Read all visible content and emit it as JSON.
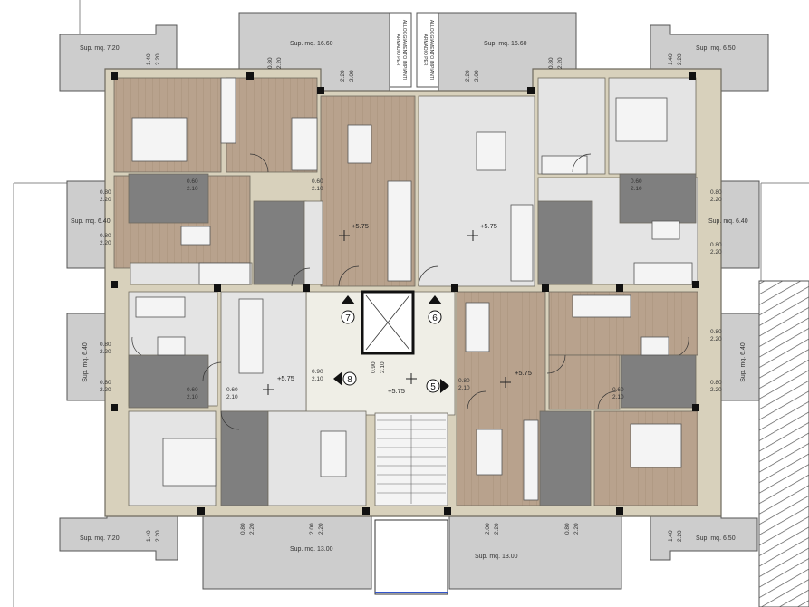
{
  "colors": {
    "wall": "#d8d1bc",
    "wall_edge": "#6e6a5e",
    "wood": "#b8a28d",
    "light_floor": "#e4e4e4",
    "tile": "#7f7f7f",
    "core_floor": "#efeee6",
    "balcony": "#cdcdcd",
    "furniture": "#f4f4f4",
    "text": "#333333"
  },
  "balcony_labels": {
    "b_top_left": "Sup. mq. 7.20",
    "b_top_center_left": "Sup. mq. 16.60",
    "b_top_center_right": "Sup. mq. 16.60",
    "b_top_right": "Sup. mq. 6.50",
    "b_left_upper": "Sup. mq. 6.40",
    "b_left_lower": "Sup. mq. 6.40",
    "b_right_upper": "Sup. mq. 6.40",
    "b_right_lower": "Sup. mq. 6.40",
    "b_bottom_left": "Sup. mq. 7.20",
    "b_bottom_center_left": "Sup. mq. 13.00",
    "b_bottom_center_right": "Sup. mq. 13.00",
    "b_bottom_right": "Sup. mq. 6.50"
  },
  "plant_shaft_labels": {
    "left_line1": "ARMADIO PER",
    "left_line2": "ALLOGGIAMENTO IMPIANTI",
    "right_line1": "ARMADIO PER",
    "right_line2": "ALLOGGIAMENTO IMPIANTI"
  },
  "unit_numbers": {
    "u7": "7",
    "u6": "6",
    "u8": "8",
    "u5": "5"
  },
  "elevation": "+5.75",
  "dims": {
    "d_080": "0.80",
    "d_220": "2.20",
    "d_210": "2.10",
    "d_200": "2.00",
    "d_140": "1.40",
    "d_090": "0.90",
    "d_060": "0.60"
  }
}
